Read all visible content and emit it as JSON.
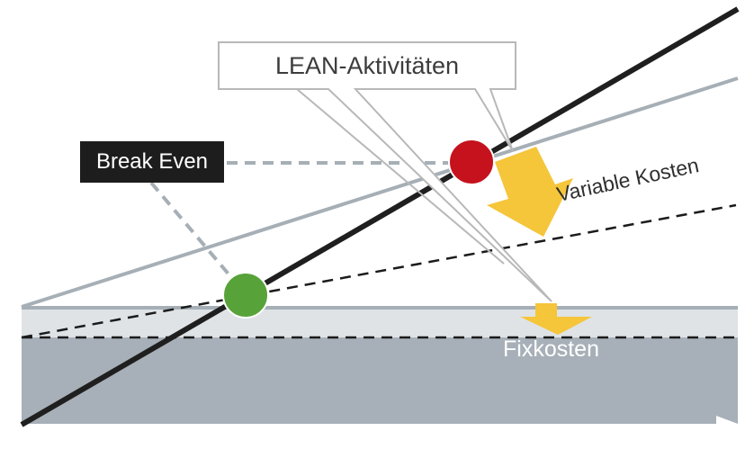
{
  "labels": {
    "lean": "LEAN-Aktivitäten",
    "break_even": "Break Even",
    "variable": "Variable Kosten",
    "fix": "Fixkosten"
  },
  "colors": {
    "fix_band": "#a7b0b8",
    "fix_band_light": "#dfe3e6",
    "grey_line": "#a6afb6",
    "revenue_line": "#1f1f1f",
    "dashed": "#1b1b1b",
    "arrow": "#f5c53a",
    "old_point": "#c5121d",
    "new_point": "#58a23a",
    "callout_border": "#b8b8b8",
    "break_even_bg": "#1d1d1d"
  }
}
